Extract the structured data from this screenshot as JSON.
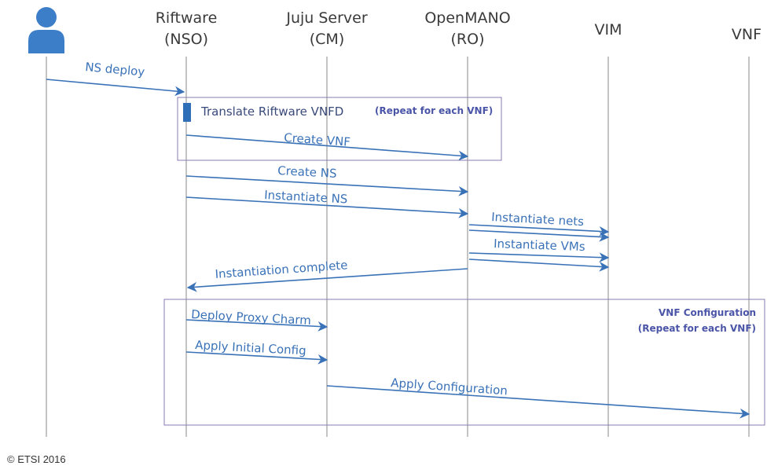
{
  "participants": [
    {
      "id": "user",
      "line1": "",
      "line2": "",
      "icon": "user-icon"
    },
    {
      "id": "nso",
      "line1": "Riftware",
      "line2": "(NSO)"
    },
    {
      "id": "cm",
      "line1": "Juju Server",
      "line2": "(CM)"
    },
    {
      "id": "ro",
      "line1": "OpenMANO",
      "line2": "(RO)"
    },
    {
      "id": "vim",
      "line1": "",
      "line2": "VIM"
    },
    {
      "id": "vnf",
      "line1": "",
      "line2": "VNF"
    }
  ],
  "messages": {
    "ns_deploy": "NS deploy",
    "translate": "Translate Riftware VNFD",
    "create_vnf": "Create VNF",
    "create_ns": "Create NS",
    "instantiate_ns": "Instantiate NS",
    "instantiate_nets": "Instantiate nets",
    "instantiate_vms": "Instantiate VMs",
    "instantiation_complete": "Instantiation complete",
    "deploy_proxy": "Deploy Proxy Charm",
    "apply_initial": "Apply Initial Config",
    "apply_config": "Apply Configuration"
  },
  "notes": {
    "repeat_vnf": "(Repeat for each VNF)",
    "vnf_config_title": "VNF Configuration",
    "vnf_config_repeat": "(Repeat for each VNF)"
  },
  "footer": {
    "copyright": "© ETSI 2016"
  },
  "colors": {
    "arrow": "#3a72b8",
    "lifeline": "#8a8a8a",
    "frame": "#8a7bb5",
    "note": "#4a55a8",
    "user": "#3d7ec9"
  }
}
